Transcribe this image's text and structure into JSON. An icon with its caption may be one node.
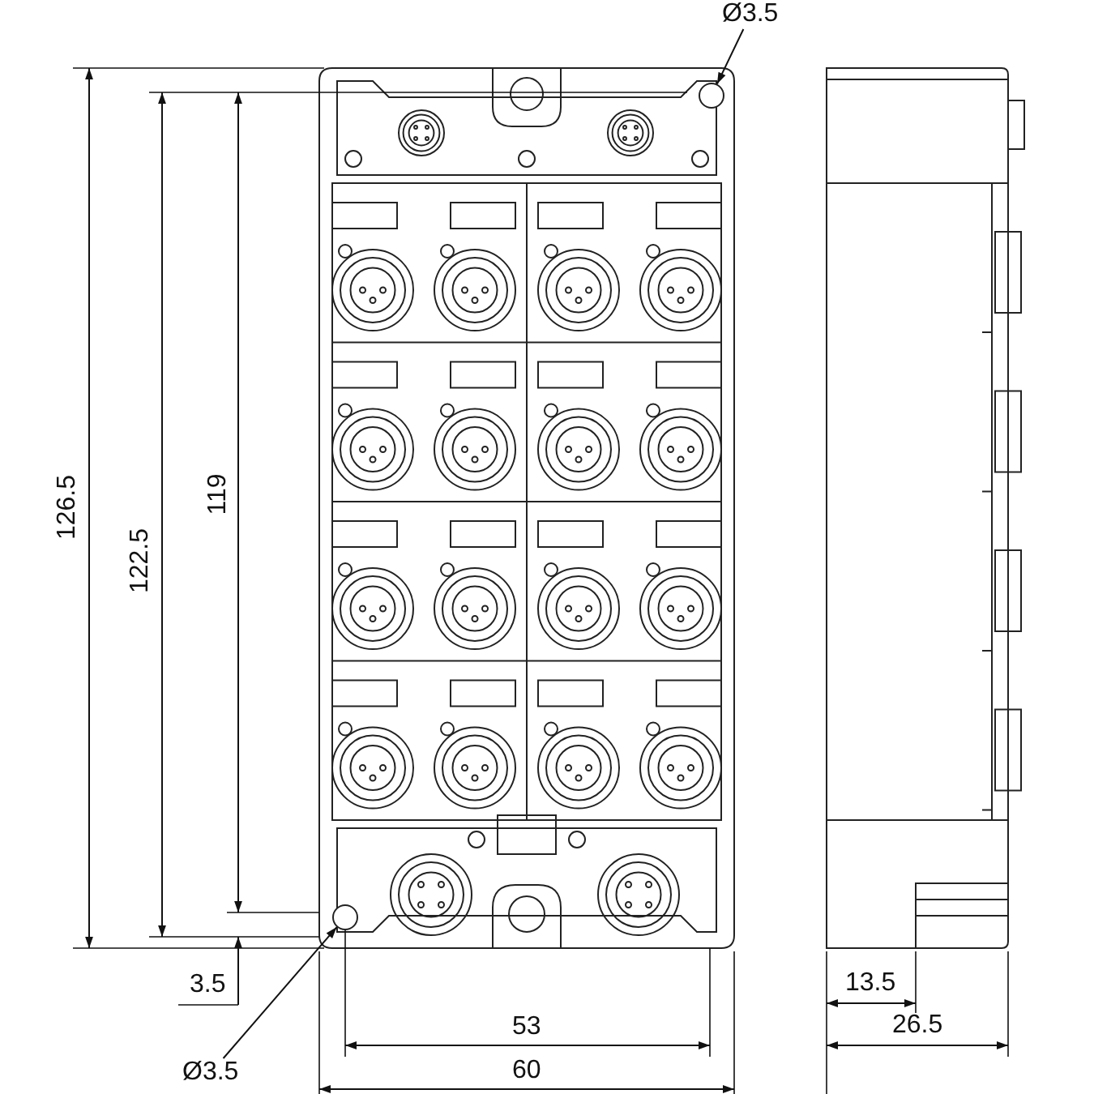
{
  "diagram": {
    "nodes": [
      {
        "text": [
          "Ø3.5"
        ]
      },
      {
        "text": [],
        "shape": "circle"
      },
      {
        "text": [],
        "shape": "circle"
      },
      {
        "text": [
          "Ø3.5"
        ]
      }
    ],
    "edges": [
      {
        "from": 0,
        "to": 1,
        "arrow": "to"
      },
      {
        "from": 3,
        "to": 2,
        "arrow": "to"
      }
    ],
    "labels": [
      "126.5",
      "122.5",
      "119",
      "3.5",
      "53",
      "60",
      "13.5",
      "26.5"
    ]
  }
}
